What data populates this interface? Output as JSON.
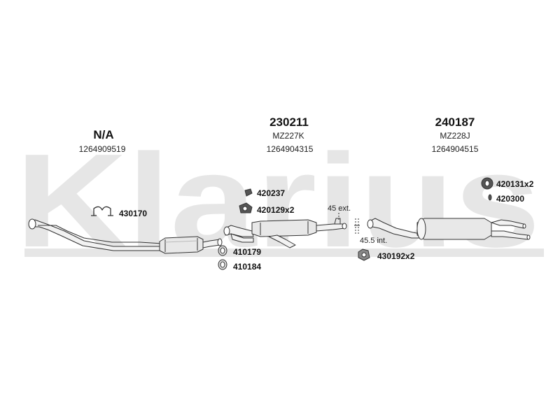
{
  "watermark": {
    "brand": "Klarius",
    "color": "#e6e6e6"
  },
  "groups": [
    {
      "code": "N/A",
      "model": "",
      "oe": "1264909519"
    },
    {
      "code": "230211",
      "model": "MZ227K",
      "oe": "1264904315"
    },
    {
      "code": "240187",
      "model": "MZ228J",
      "oe": "1264904515"
    }
  ],
  "parts": [
    {
      "label": "430170",
      "icon": "clamp-u-bolt-icon"
    },
    {
      "label": "420237",
      "icon": "rubber-mount-icon"
    },
    {
      "label": "420129x2",
      "icon": "rubber-hanger-icon"
    },
    {
      "label": "410179",
      "icon": "gasket-ring-icon"
    },
    {
      "label": "410184",
      "icon": "gasket-ring-icon"
    },
    {
      "label": "420131x2",
      "icon": "rubber-hanger-icon"
    },
    {
      "label": "420300",
      "icon": "small-mount-icon"
    },
    {
      "label": "430192x2",
      "icon": "clamp-icon"
    }
  ],
  "notes": {
    "ext": "45 ext.",
    "int": "45.5 int."
  },
  "colors": {
    "line": "#333333",
    "fill": "#f2f2f2",
    "shade": "#bdbdbd"
  }
}
